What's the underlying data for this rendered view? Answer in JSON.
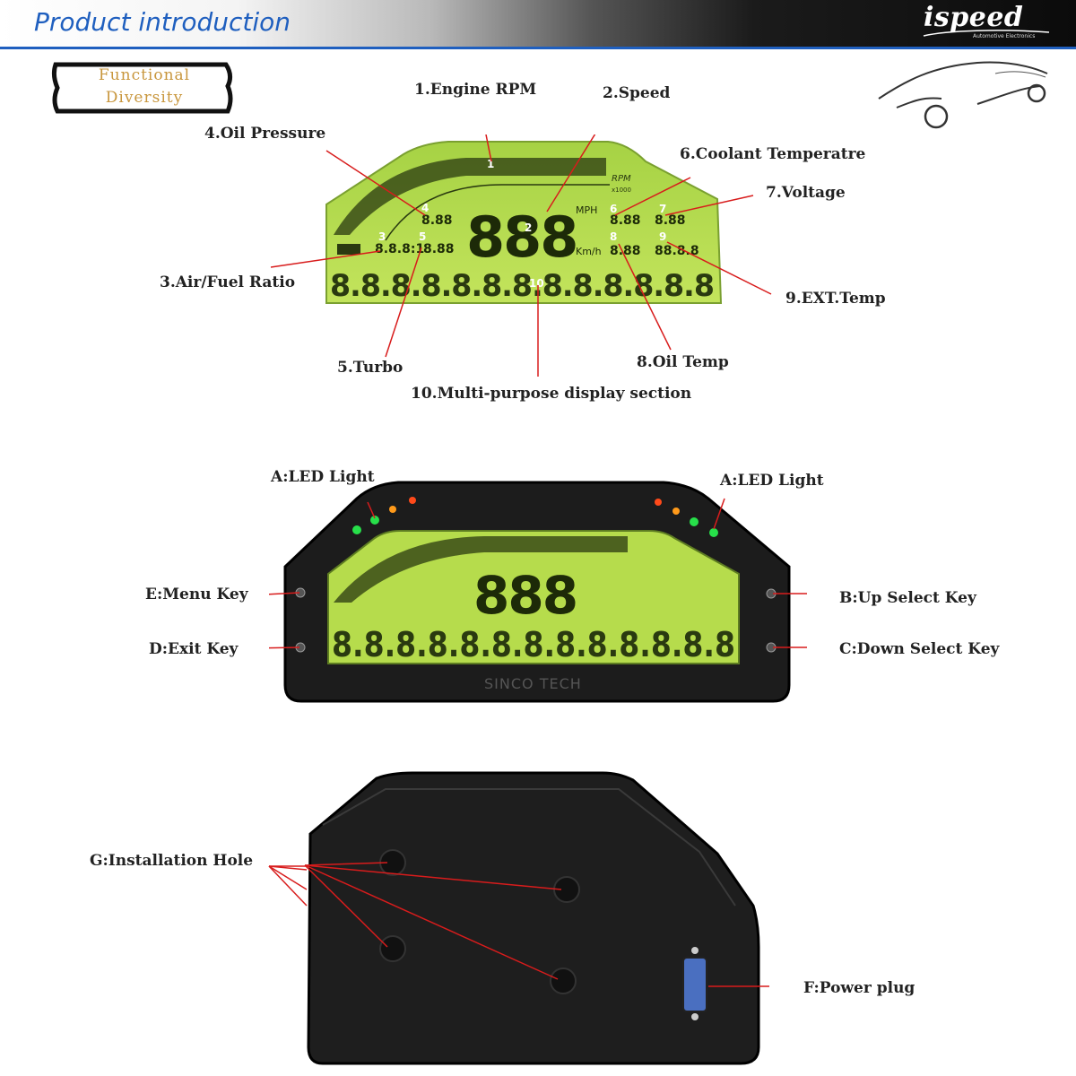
{
  "header": {
    "title": "Product introduction",
    "brand": "ispeed",
    "brand_tagline": "Automotive Electronics"
  },
  "badge": {
    "line1": "Functional",
    "line2": "Diversity"
  },
  "display_callouts": {
    "engine_rpm": "1.Engine RPM",
    "speed": "2.Speed",
    "air_fuel": "3.Air/Fuel Ratio",
    "oil_pressure": "4.Oil Pressure",
    "turbo": "5.Turbo",
    "coolant": "6.Coolant Temperatre",
    "voltage": "7.Voltage",
    "oil_temp": "8.Oil Temp",
    "ext_temp": "9.EXT.Temp",
    "multi": "10.Multi-purpose display section"
  },
  "lcd": {
    "rpm_label": "RPM",
    "rpm_unit": "x1000",
    "speed_digits": "888",
    "mph": "MPH",
    "kmh": "Km/h",
    "gauge_value": "8.88",
    "afr_value": "8.8.8:1",
    "ext_value": "88.8.8",
    "segment_value": "8.8.8.8.8.8.8.8.8.8.8.8.8",
    "markers": [
      "1",
      "2",
      "3",
      "4",
      "5",
      "6",
      "7",
      "8",
      "9",
      "10"
    ],
    "brand": "SINCO TECH"
  },
  "panel_callouts": {
    "led_left": "A:LED Light",
    "led_right": "A:LED Light",
    "menu_key": "E:Menu Key",
    "exit_key": "D:Exit Key",
    "up_key": "B:Up Select Key",
    "down_key": "C:Down Select Key"
  },
  "rear_callouts": {
    "install_hole": "G:Installation Hole",
    "power_plug": "F:Power plug"
  },
  "colors": {
    "accent_blue": "#1f5fbf",
    "leader_red": "#d81c1c",
    "lcd_green": "#b5dc4e",
    "led_green": "#27e04a",
    "led_orange": "#ff9a1a"
  }
}
